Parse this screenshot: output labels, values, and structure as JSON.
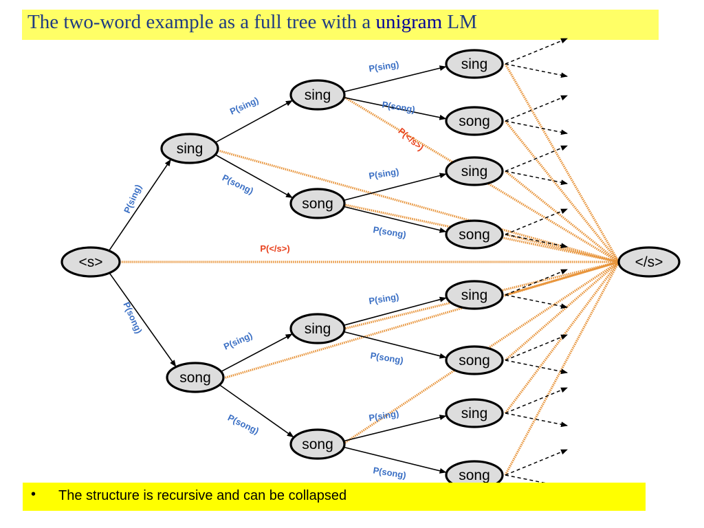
{
  "title": {
    "before": "The two-word example as a full tree with a ",
    "highlight": "unigram",
    "after": " LM"
  },
  "colors": {
    "title": "#1f3b82",
    "highlight": "#000099",
    "title_bar": "#ffff66",
    "bullet_bar": "#ffff00",
    "prob_label": "#3a6fc4",
    "end_label": "#e8401c",
    "end_edge": "#e8943a",
    "node_fill": "#dddddd"
  },
  "nodes": {
    "root": "<s>",
    "end": "</s>",
    "l1": [
      "sing",
      "song"
    ],
    "l2": [
      "sing",
      "song",
      "sing",
      "song"
    ],
    "l3": [
      "sing",
      "song",
      "sing",
      "song",
      "sing",
      "song",
      "sing",
      "song"
    ]
  },
  "labels": {
    "p_sing": "P(sing)",
    "p_song": "P(song)",
    "p_end": "P(</s>)"
  },
  "bullet": "The structure is recursive and can be collapsed"
}
